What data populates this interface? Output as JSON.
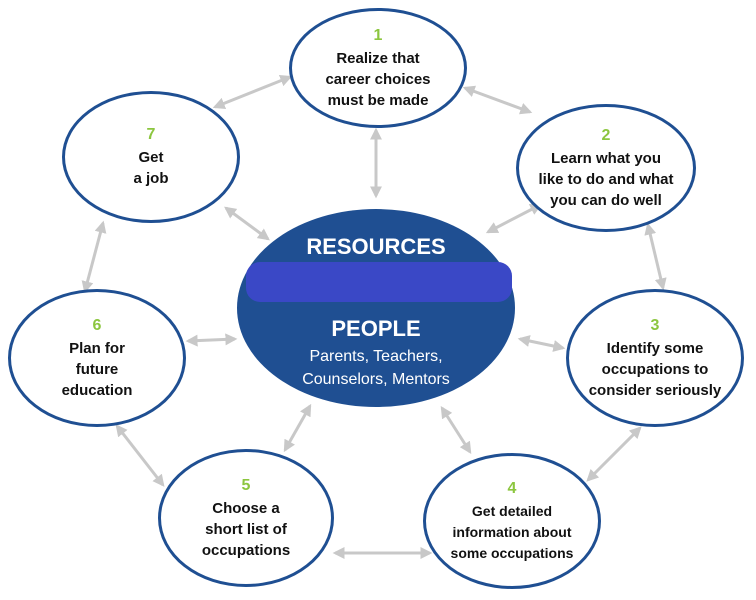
{
  "center": {
    "title": "RESOURCES",
    "subtitle": "PEOPLE",
    "people_line1": "Parents, Teachers,",
    "people_line2": "Counselors, Mentors",
    "fill_color": "#1f4f92",
    "redaction_color": "#3a48c6"
  },
  "steps": [
    {
      "number": "1",
      "lines": [
        "Realize that",
        "career choices",
        "must be made"
      ]
    },
    {
      "number": "2",
      "lines": [
        "Learn what you",
        "like to do and what",
        "you can do well"
      ]
    },
    {
      "number": "3",
      "lines": [
        "Identify some",
        "occupations to",
        "consider seriously"
      ]
    },
    {
      "number": "4",
      "lines": [
        "Get detailed",
        "information about",
        "some occupations"
      ]
    },
    {
      "number": "5",
      "lines": [
        "Choose a",
        "short list of",
        "occupations"
      ]
    },
    {
      "number": "6",
      "lines": [
        "Plan for",
        "future",
        "education"
      ]
    },
    {
      "number": "7",
      "lines": [
        "Get",
        "a job"
      ]
    }
  ],
  "colors": {
    "node_border": "#1f4f92",
    "step_number": "#8cc63f",
    "arrow": "#c8c8c8"
  }
}
